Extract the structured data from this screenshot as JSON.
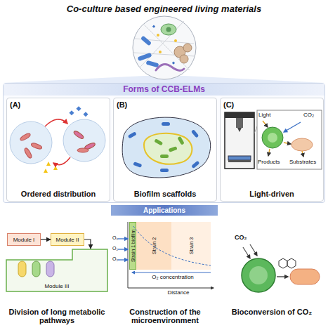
{
  "diagram": {
    "title": "Co-culture based engineered living materials",
    "nodes": [
      {
        "text": [
          "Forms of CCB-ELMs"
        ]
      },
      {
        "text": [
          "(A)",
          "Ordered distribution"
        ],
        "in": 0
      },
      {
        "text": [
          "(B)",
          "Biofilm scaffolds"
        ],
        "in": 0
      },
      {
        "text": [
          "(C)",
          "Light-driven"
        ],
        "in": 0
      },
      {
        "text": [
          "Applications"
        ]
      },
      {
        "text": [
          "Module I"
        ]
      },
      {
        "text": [
          "Module II"
        ]
      },
      {
        "text": [
          "Module III"
        ]
      },
      {
        "text": [
          "Strain 1 biofilm"
        ]
      },
      {
        "text": [
          "Strain 2"
        ]
      },
      {
        "text": [
          "Strain 3"
        ]
      }
    ],
    "edges": [
      {
        "from": 5,
        "to": 6,
        "arrow": "to"
      },
      {
        "from": 6,
        "to": 7,
        "arrow": "to"
      }
    ],
    "labels": [
      "Light",
      "CO₂",
      "Products",
      "Substrates",
      "O₂",
      "O₂",
      "O₂",
      "O₂ concentration",
      "Distance",
      "Division of long metabolic pathways",
      "Construction of the microenvironment",
      "CO₂",
      "Bioconversion of CO₂"
    ]
  }
}
